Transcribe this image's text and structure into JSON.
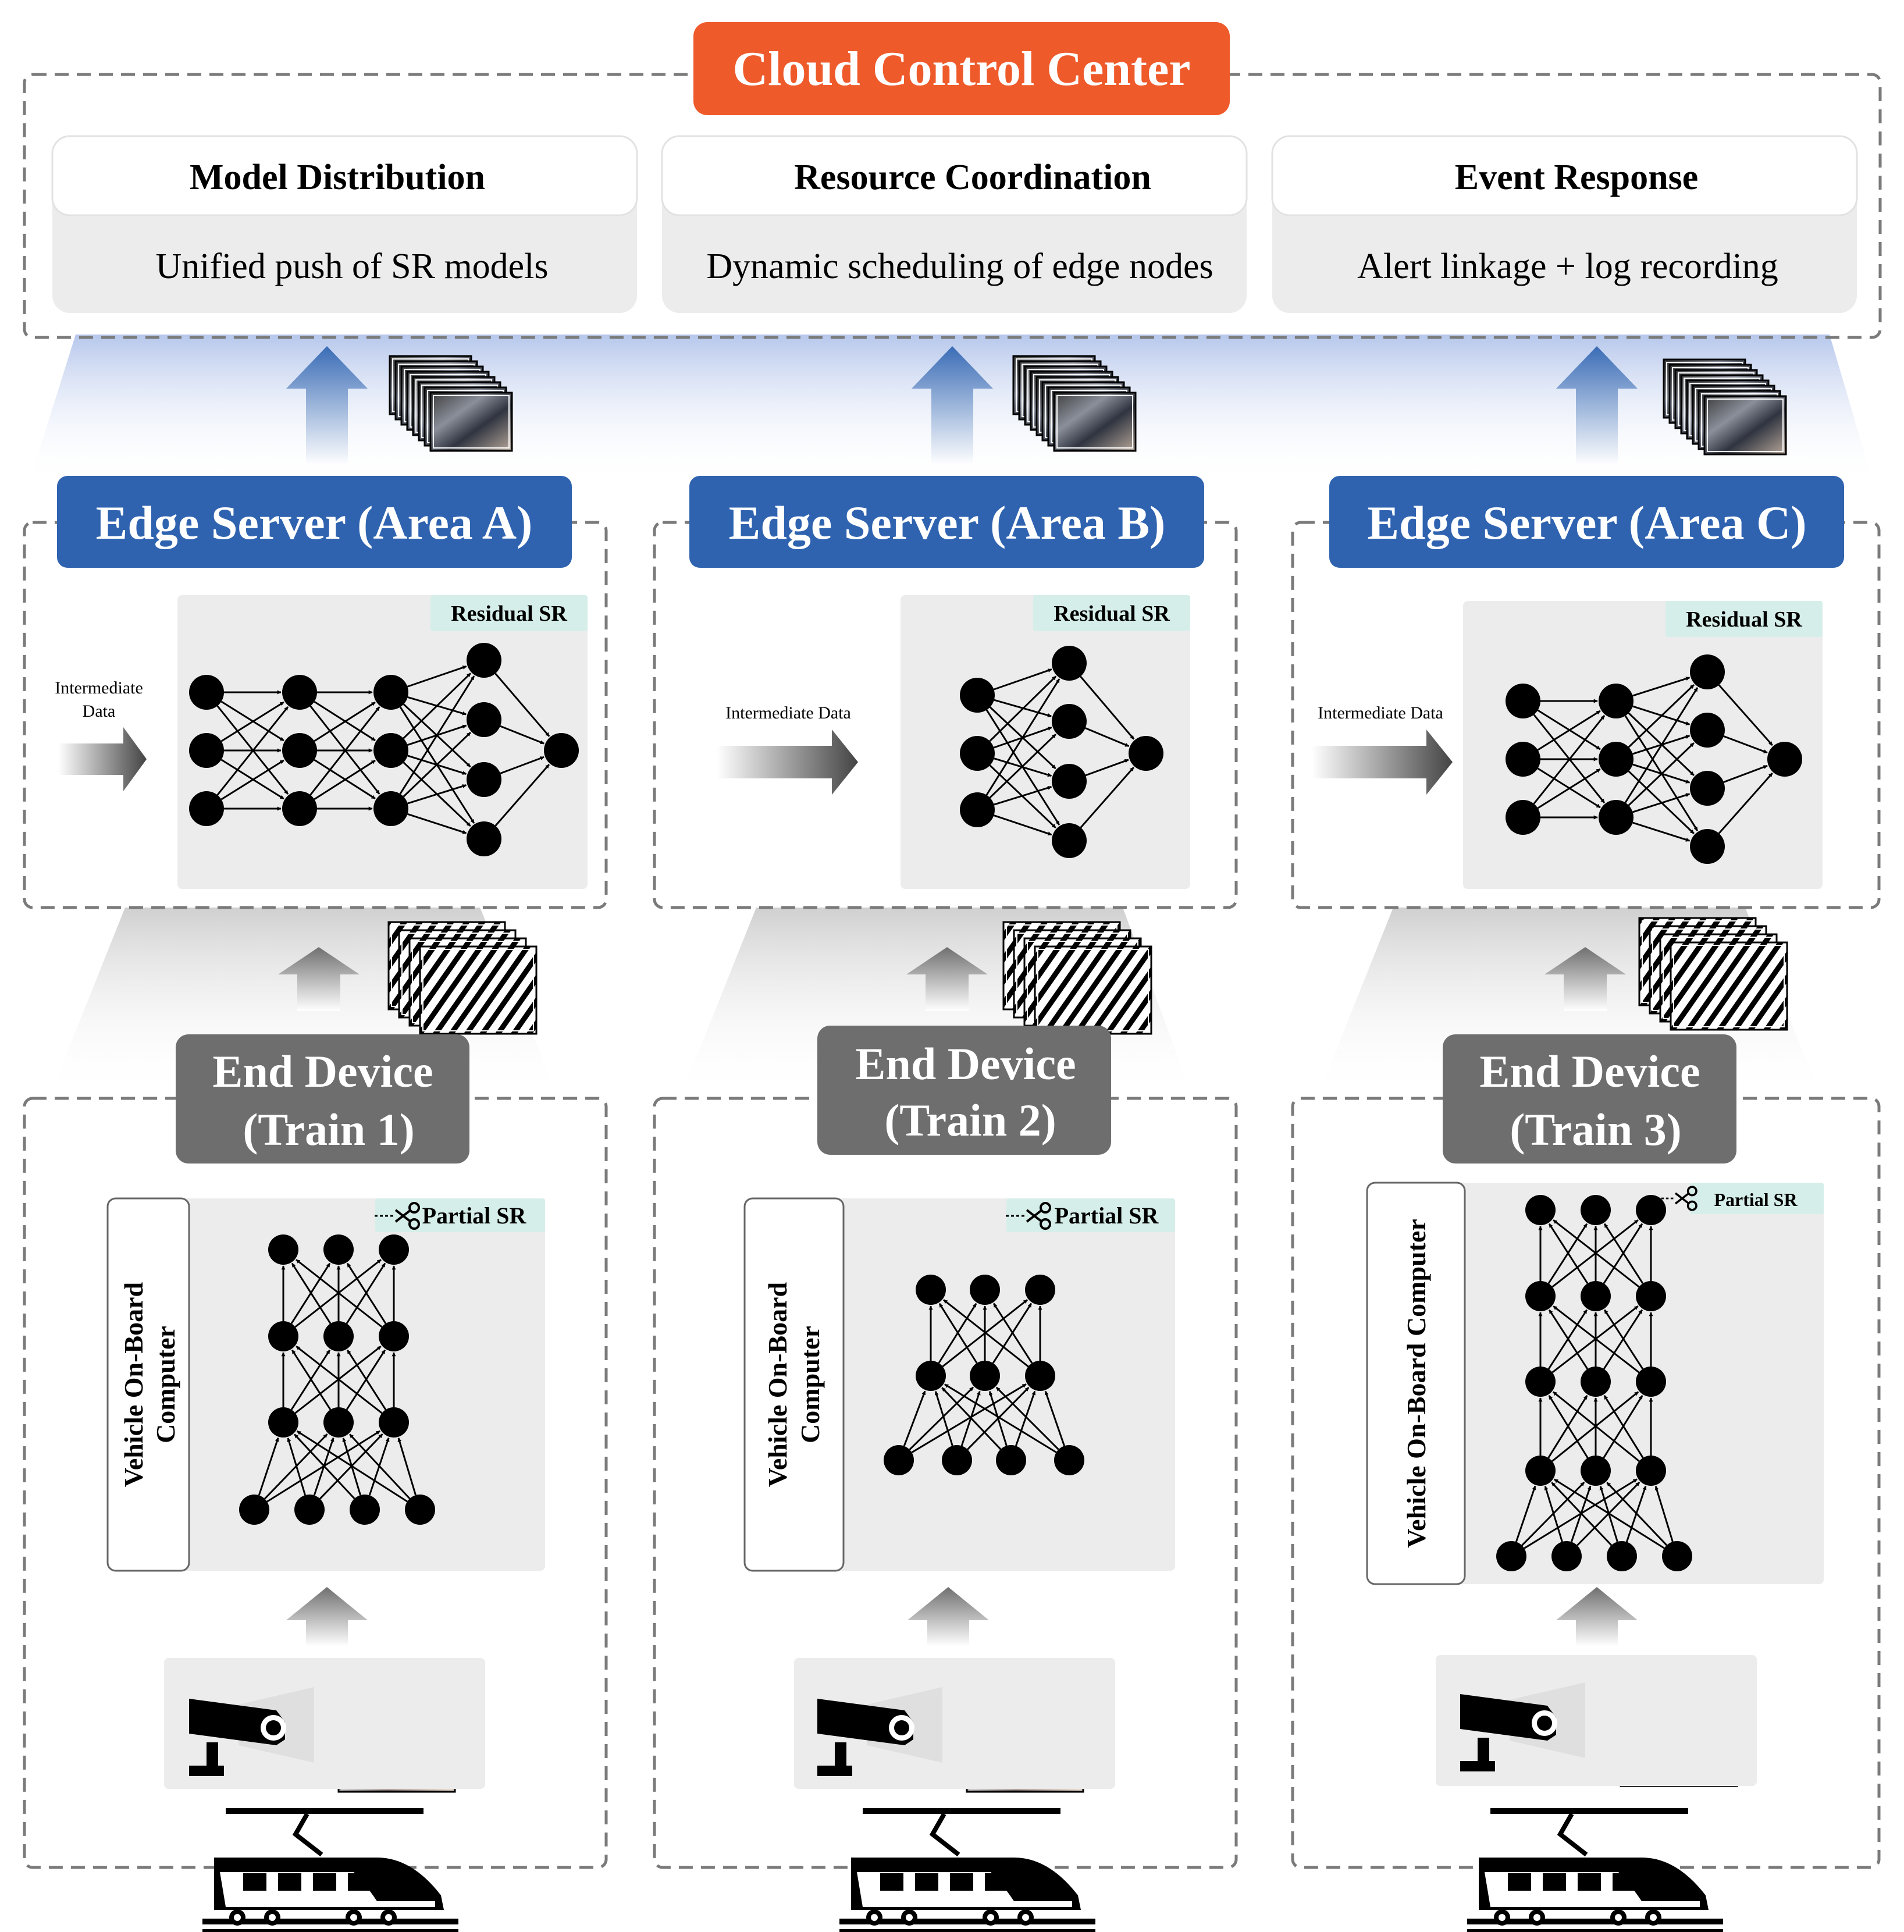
{
  "cloud": {
    "title": "Cloud Control Center",
    "panels": [
      {
        "title": "Model Distribution",
        "desc": "Unified push of SR models"
      },
      {
        "title": "Resource Coordination",
        "desc": "Dynamic scheduling of edge nodes"
      },
      {
        "title": "Event Response",
        "desc": "Alert linkage + log recording"
      }
    ]
  },
  "edges": [
    {
      "title": "Edge Server (Area A)",
      "tag": "Residual SR",
      "input_line1": "Intermediate",
      "input_line2": "Data"
    },
    {
      "title": "Edge Server (Area B)",
      "tag": "Residual SR",
      "input_line1": "Intermediate Data",
      "input_line2": ""
    },
    {
      "title": "Edge Server (Area C)",
      "tag": "Residual SR",
      "input_line1": "Intermediate Data",
      "input_line2": ""
    }
  ],
  "devices": [
    {
      "title_line1": "End Device",
      "title_line2": "(Train 1)",
      "tag": "Partial SR",
      "computer_line1": "Vehicle On-Board",
      "computer_line2": "Computer"
    },
    {
      "title_line1": "End Device",
      "title_line2": "(Train 2)",
      "tag": "Partial SR",
      "computer_line1": "Vehicle On-Board",
      "computer_line2": "Computer"
    },
    {
      "title_line1": "End Device",
      "title_line2": "(Train 3)",
      "tag": "Partial SR",
      "computer_line1": "Vehicle On-Board Computer",
      "computer_line2": ""
    }
  ],
  "colors": {
    "cloud_header": "#ef5a2a",
    "edge_header": "#2f63b0",
    "device_header": "#6e6e6e",
    "tag_bg": "#d6eee9",
    "panel_bg": "#ececec",
    "arrow_blue": "#3d6fb8",
    "arrow_gray": "#7a7a7a"
  },
  "icons": [
    "cloud-panel",
    "blue-up-arrow",
    "gray-up-arrow",
    "frame-stack",
    "neural-network",
    "scissors-icon",
    "camera-icon",
    "train-icon"
  ]
}
